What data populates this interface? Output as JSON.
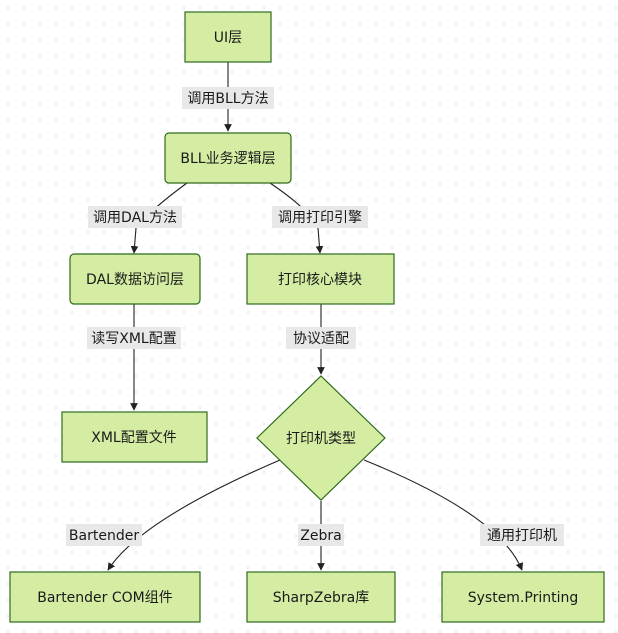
{
  "nodes": {
    "ui": "UI层",
    "bll": "BLL业务逻辑层",
    "dal": "DAL数据访问层",
    "print_core": "打印核心模块",
    "xml": "XML配置文件",
    "printer_type": "打印机类型",
    "bartender_com": "Bartender COM组件",
    "sharpzebra": "SharpZebra库",
    "system_printing": "System.Printing"
  },
  "edges": {
    "ui_bll": "调用BLL方法",
    "bll_dal": "调用DAL方法",
    "bll_print": "调用打印引擎",
    "dal_xml": "读写XML配置",
    "print_type": "协议适配",
    "type_bartender": "Bartender",
    "type_zebra": "Zebra",
    "type_system": "通用打印机"
  },
  "colors": {
    "node_fill": "#d4eda3",
    "node_stroke": "#2e6b1f",
    "edge": "#222222",
    "label_bg": "#e8e8e8"
  }
}
